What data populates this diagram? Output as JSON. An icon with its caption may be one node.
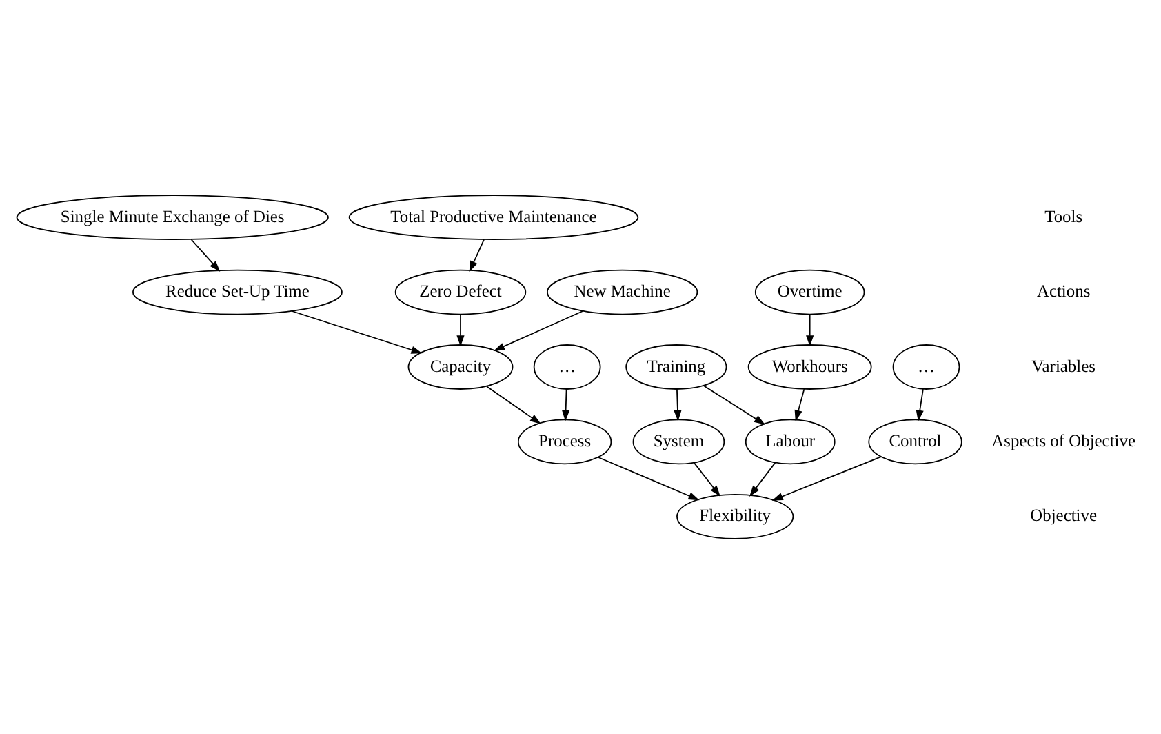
{
  "diagram": {
    "nodes": [
      {
        "text": [
          "Single Minute Exchange of Dies"
        ]
      },
      {
        "text": [
          "Total Productive Maintenance"
        ]
      },
      {
        "text": [
          "Overtime"
        ]
      },
      {
        "text": [
          "Reduce Set-Up Time"
        ]
      },
      {
        "text": [
          "Zero Defect"
        ]
      },
      {
        "text": [
          "New Machine"
        ]
      },
      {
        "text": [
          "Training"
        ]
      },
      {
        "text": [
          "Workhours"
        ]
      },
      {
        "text": [
          "Capacity"
        ]
      },
      {
        "text": [
          "…"
        ]
      },
      {
        "text": [
          "…"
        ]
      },
      {
        "text": [
          "System"
        ]
      },
      {
        "text": [
          "Labour"
        ]
      },
      {
        "text": [
          "Process"
        ]
      },
      {
        "text": [
          "Control"
        ]
      },
      {
        "text": [
          "Flexibility"
        ]
      }
    ],
    "edges": [
      {
        "from": 0,
        "to": 3,
        "arrow": "to"
      },
      {
        "from": 1,
        "to": 4,
        "arrow": "to"
      },
      {
        "from": 2,
        "to": 7,
        "arrow": "to"
      },
      {
        "from": 3,
        "to": 8,
        "arrow": "to"
      },
      {
        "from": 4,
        "to": 8,
        "arrow": "to"
      },
      {
        "from": 5,
        "to": 8,
        "arrow": "to"
      },
      {
        "from": 6,
        "to": 11,
        "arrow": "to"
      },
      {
        "from": 6,
        "to": 12,
        "arrow": "to"
      },
      {
        "from": 7,
        "to": 12,
        "arrow": "to"
      },
      {
        "from": 8,
        "to": 13,
        "arrow": "to"
      },
      {
        "from": 9,
        "to": 13,
        "arrow": "to"
      },
      {
        "from": 10,
        "to": 14,
        "arrow": "to"
      },
      {
        "from": 11,
        "to": 15,
        "arrow": "to"
      },
      {
        "from": 12,
        "to": 15,
        "arrow": "to"
      },
      {
        "from": 13,
        "to": 15,
        "arrow": "to"
      },
      {
        "from": 14,
        "to": 15,
        "arrow": "to"
      }
    ],
    "labels": [
      "Tools",
      "Actions",
      "Variables",
      "Aspects of Objective",
      "Objective"
    ]
  }
}
